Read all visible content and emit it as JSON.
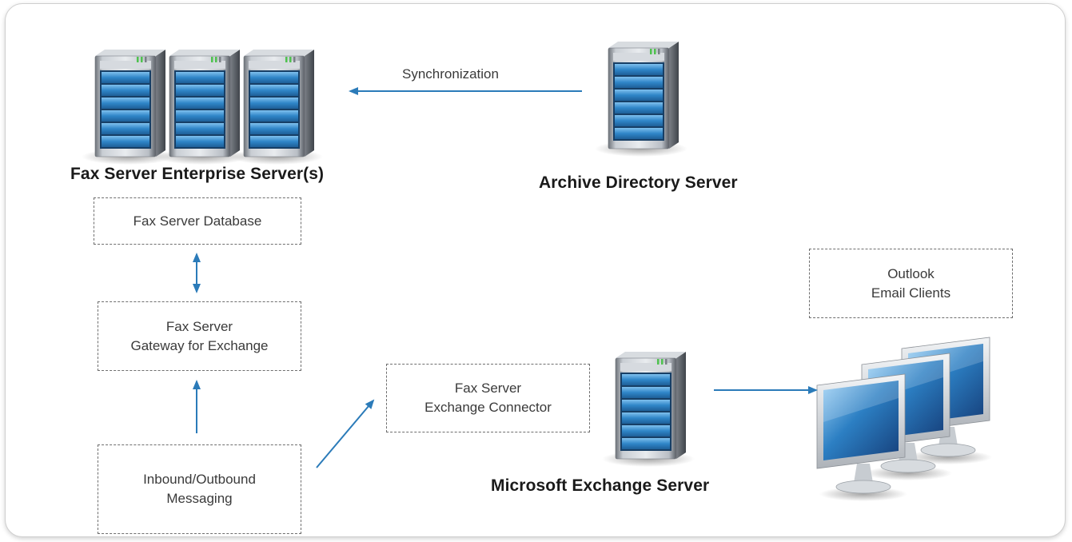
{
  "nodes": {
    "fax_server_enterprise": {
      "label": "Fax Server Enterprise Server(s)",
      "icon": "server-rack-icon"
    },
    "archive_directory": {
      "label": "Archive Directory Server",
      "icon": "server-tower-icon"
    },
    "exchange_server": {
      "label": "Microsoft Exchange Server",
      "icon": "server-tower-icon"
    },
    "email_clients": {
      "icon": "desktop-monitors-icon"
    }
  },
  "boxes": {
    "database": {
      "lines": [
        "Fax Server Database"
      ]
    },
    "gateway": {
      "lines": [
        "Fax Server",
        "Gateway for Exchange"
      ]
    },
    "messaging": {
      "lines": [
        "Inbound/Outbound",
        "Messaging"
      ]
    },
    "connector": {
      "lines": [
        "Fax Server",
        "Exchange Connector"
      ]
    },
    "outlook": {
      "lines": [
        "Outlook",
        "Email Clients"
      ]
    }
  },
  "edges": {
    "synchronization": {
      "label": "Synchronization",
      "from": "Archive Directory Server",
      "to": "Fax Server Enterprise Server(s)"
    }
  },
  "colors": {
    "arrow": "#2b7bb9",
    "server_blue": "#3d8fd0",
    "box_border": "#6e6e6e"
  }
}
